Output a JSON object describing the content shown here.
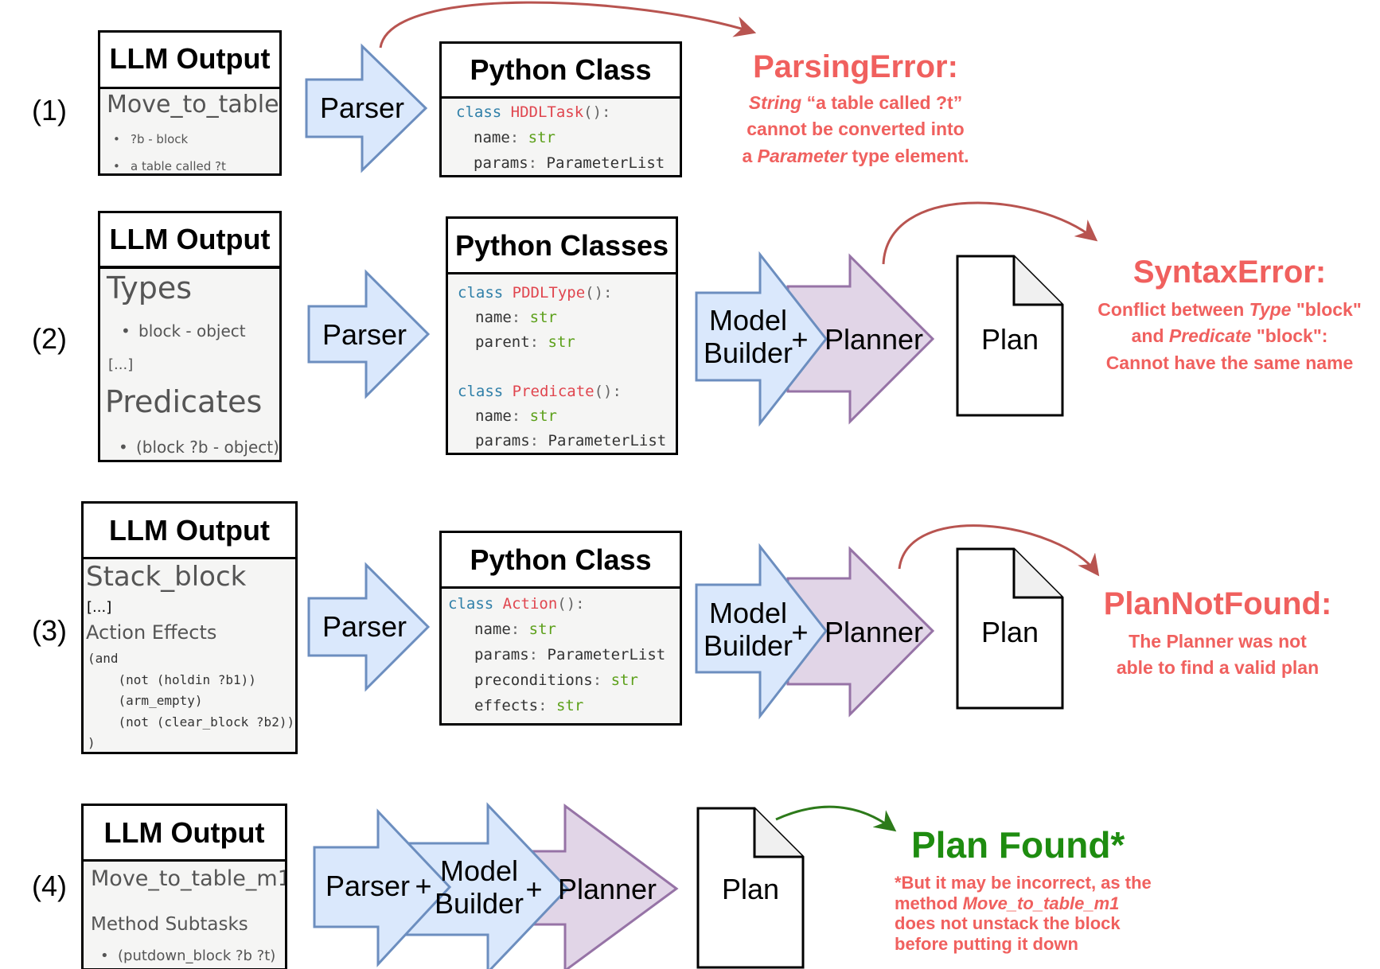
{
  "rows": [
    {
      "label": "(1)",
      "llm": {
        "header": "LLM Output",
        "title": "Move_to_table",
        "bullets": [
          "?b - block",
          "a table called ?t"
        ]
      },
      "parser": "Parser",
      "python": {
        "header": "Python Class",
        "lines": [
          {
            "kw": "class",
            "name": "HDDLTask",
            "rest": "():"
          },
          {
            "field": "name",
            "type": "str"
          },
          {
            "field": "params",
            "type": "ParameterList"
          }
        ]
      },
      "error": {
        "title": "ParsingError:",
        "line1_em": "String",
        "line1_rest": " “a table called ?t”",
        "line2": "cannot be converted into",
        "line3_pre": "a ",
        "line3_em": "Parameter",
        "line3_rest": " type element."
      }
    },
    {
      "label": "(2)",
      "llm": {
        "header": "LLM Output",
        "section1": "Types",
        "bullets1": [
          "block - object"
        ],
        "ellipsis": "[...]",
        "section2": "Predicates",
        "bullets2": [
          "(block ?b - object)"
        ]
      },
      "parser": "Parser",
      "python": {
        "header": "Python Classes",
        "class1": {
          "kw": "class",
          "name": "PDDLType",
          "rest": "():",
          "fields": [
            [
              "name",
              "str"
            ],
            [
              "parent",
              "str"
            ]
          ]
        },
        "class2": {
          "kw": "class",
          "name": "Predicate",
          "rest": "():",
          "fields": [
            [
              "name",
              "str"
            ],
            [
              "params",
              "ParameterList"
            ]
          ]
        }
      },
      "model_builder": [
        "Model",
        "Builder"
      ],
      "plus": "+",
      "planner": "Planner",
      "plan": "Plan",
      "error": {
        "title": "SyntaxError:",
        "line1_pre": "Conflict between ",
        "line1_em": "Type",
        "line1_rest": " \"block\"",
        "line2_pre": "and ",
        "line2_em": "Predicate",
        "line2_rest": " \"block\":",
        "line3": "Cannot have the same name"
      }
    },
    {
      "label": "(3)",
      "llm": {
        "header": "LLM Output",
        "title": "Stack_block",
        "ellipsis": "[...]",
        "section": "Action Effects",
        "code": [
          "(and",
          "    (not (holdin ?b1))",
          "    (arm_empty)",
          "    (not (clear_block ?b2))",
          ")"
        ]
      },
      "parser": "Parser",
      "python": {
        "header": "Python Class",
        "lines": [
          {
            "kw": "class",
            "name": "Action",
            "rest": "():"
          },
          {
            "field": "name",
            "type": "str"
          },
          {
            "field": "params",
            "type": "ParameterList"
          },
          {
            "field": "preconditions",
            "type": "str"
          },
          {
            "field": "effects",
            "type": "str"
          }
        ]
      },
      "model_builder": [
        "Model",
        "Builder"
      ],
      "plus": "+",
      "planner": "Planner",
      "plan": "Plan",
      "error": {
        "title": "PlanNotFound:",
        "line1": "The Planner was not",
        "line2": "able to find a valid plan"
      }
    },
    {
      "label": "(4)",
      "llm": {
        "header": "LLM Output",
        "title": "Move_to_table_m1",
        "section": "Method Subtasks",
        "bullets": [
          "(putdown_block ?b ?t)"
        ]
      },
      "parser": "Parser",
      "plus1": "+",
      "model_builder": [
        "Model",
        "Builder"
      ],
      "plus2": "+",
      "planner": "Planner",
      "plan": "Plan",
      "result": {
        "title": "Plan Found*",
        "line1": "*But it may be incorrect, as the",
        "line2_pre": "method ",
        "line2_em": "Move_to_table_m1",
        "line3": "does not unstack the block",
        "line4": "before putting it down"
      }
    }
  ],
  "colors": {
    "parser_fill": "#dae8fc",
    "parser_stroke": "#6c8ebf",
    "planner_fill": "#e1d5e7",
    "planner_stroke": "#9673a6",
    "error": "#f0605e",
    "success": "#1e8c10",
    "curve_error": "#b85450",
    "curve_ok": "#2d7a1a"
  }
}
